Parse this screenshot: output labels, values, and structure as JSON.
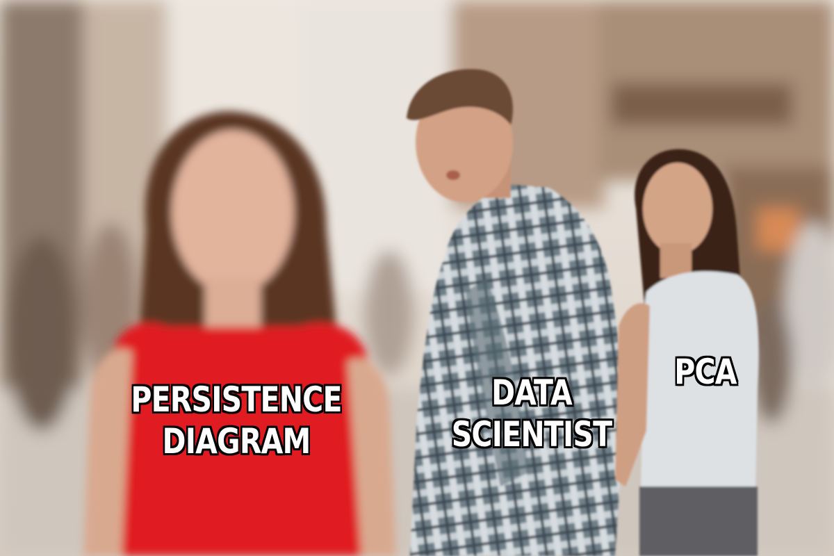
{
  "meme": {
    "captions": {
      "left": [
        "PERSISTENCE",
        "DIAGRAM"
      ],
      "center": [
        "DATA",
        "SCIENTIST"
      ],
      "right": [
        "PCA"
      ]
    }
  }
}
